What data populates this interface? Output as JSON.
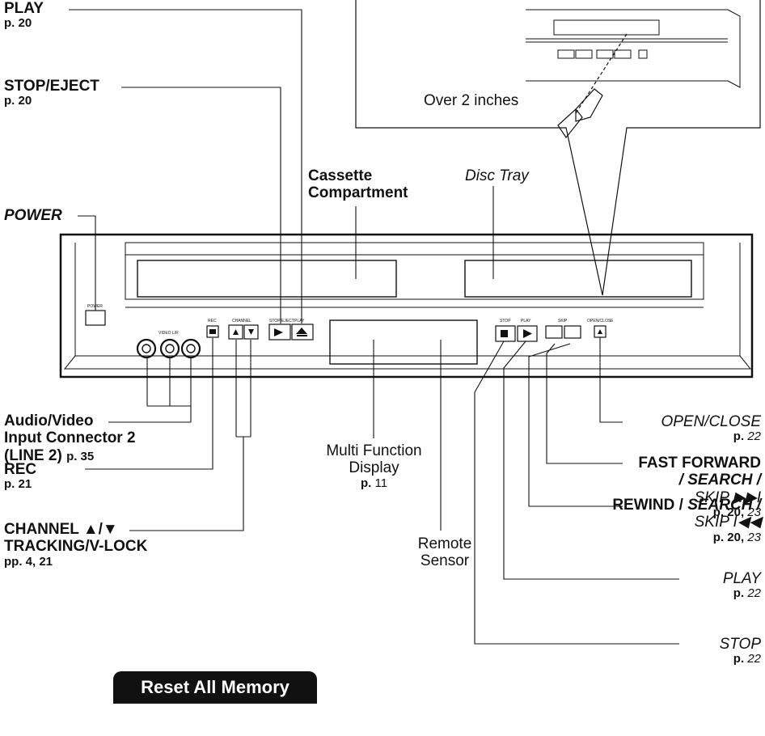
{
  "labels": {
    "play_top": {
      "title": "PLAY",
      "page": "p. 20"
    },
    "stop_eject": {
      "title": "STOP/EJECT",
      "page": "p. 20"
    },
    "power": {
      "title": "POWER"
    },
    "cassette": {
      "line1": "Cassette",
      "line2": "Compartment"
    },
    "disc_tray": {
      "title": "Disc Tray"
    },
    "over_2_inches": "Over 2 inches",
    "audio_video": {
      "line1": "Audio/Video",
      "line2": "Input Connector 2",
      "line3": "(LINE 2)",
      "page": "p. 35"
    },
    "rec": {
      "title": "REC",
      "page": "p. 21"
    },
    "channel": {
      "line1": "CHANNEL ▲/▼",
      "line2": "TRACKING/V-LOCK",
      "page": "pp. 4, 21"
    },
    "multi_display": {
      "line1": "Multi Function",
      "line2": "Display",
      "page_prefix": "p.",
      "page_num": "11"
    },
    "remote_sensor": {
      "line1": "Remote",
      "line2": "Sensor"
    },
    "open_close": {
      "title": "OPEN/CLOSE",
      "page_prefix": "p.",
      "page_num": "22"
    },
    "fast_forward": {
      "line1": "FAST FORWARD",
      "line2": "/ SEARCH /",
      "line3": "SKIP ▶▶I",
      "page_a": "p. 20,",
      "page_b": "23"
    },
    "rewind": {
      "line1a": "REWIND / ",
      "line1b": "SEARCH /",
      "line2": "SKIP I◀◀",
      "page_a": "p. 20,",
      "page_b": "23"
    },
    "play_bottom": {
      "title": "PLAY",
      "page_prefix": "p.",
      "page_num": "22"
    },
    "stop_bottom": {
      "title": "STOP",
      "page_prefix": "p.",
      "page_num": "22"
    }
  },
  "device_panel": {
    "power_label": "POWER",
    "rec_label": "REC",
    "channel_label": "CHANNEL",
    "stop_eject_label": "STOP/EJECT",
    "play_label": "PLAY",
    "vcr_av_label": "VIDEO L/R",
    "dvd_stop_label": "STOP",
    "dvd_play_label": "PLAY",
    "skip_label": "SKIP",
    "open_close_label": "OPEN/CLOSE"
  },
  "reset_banner": "Reset All Memory Functions"
}
